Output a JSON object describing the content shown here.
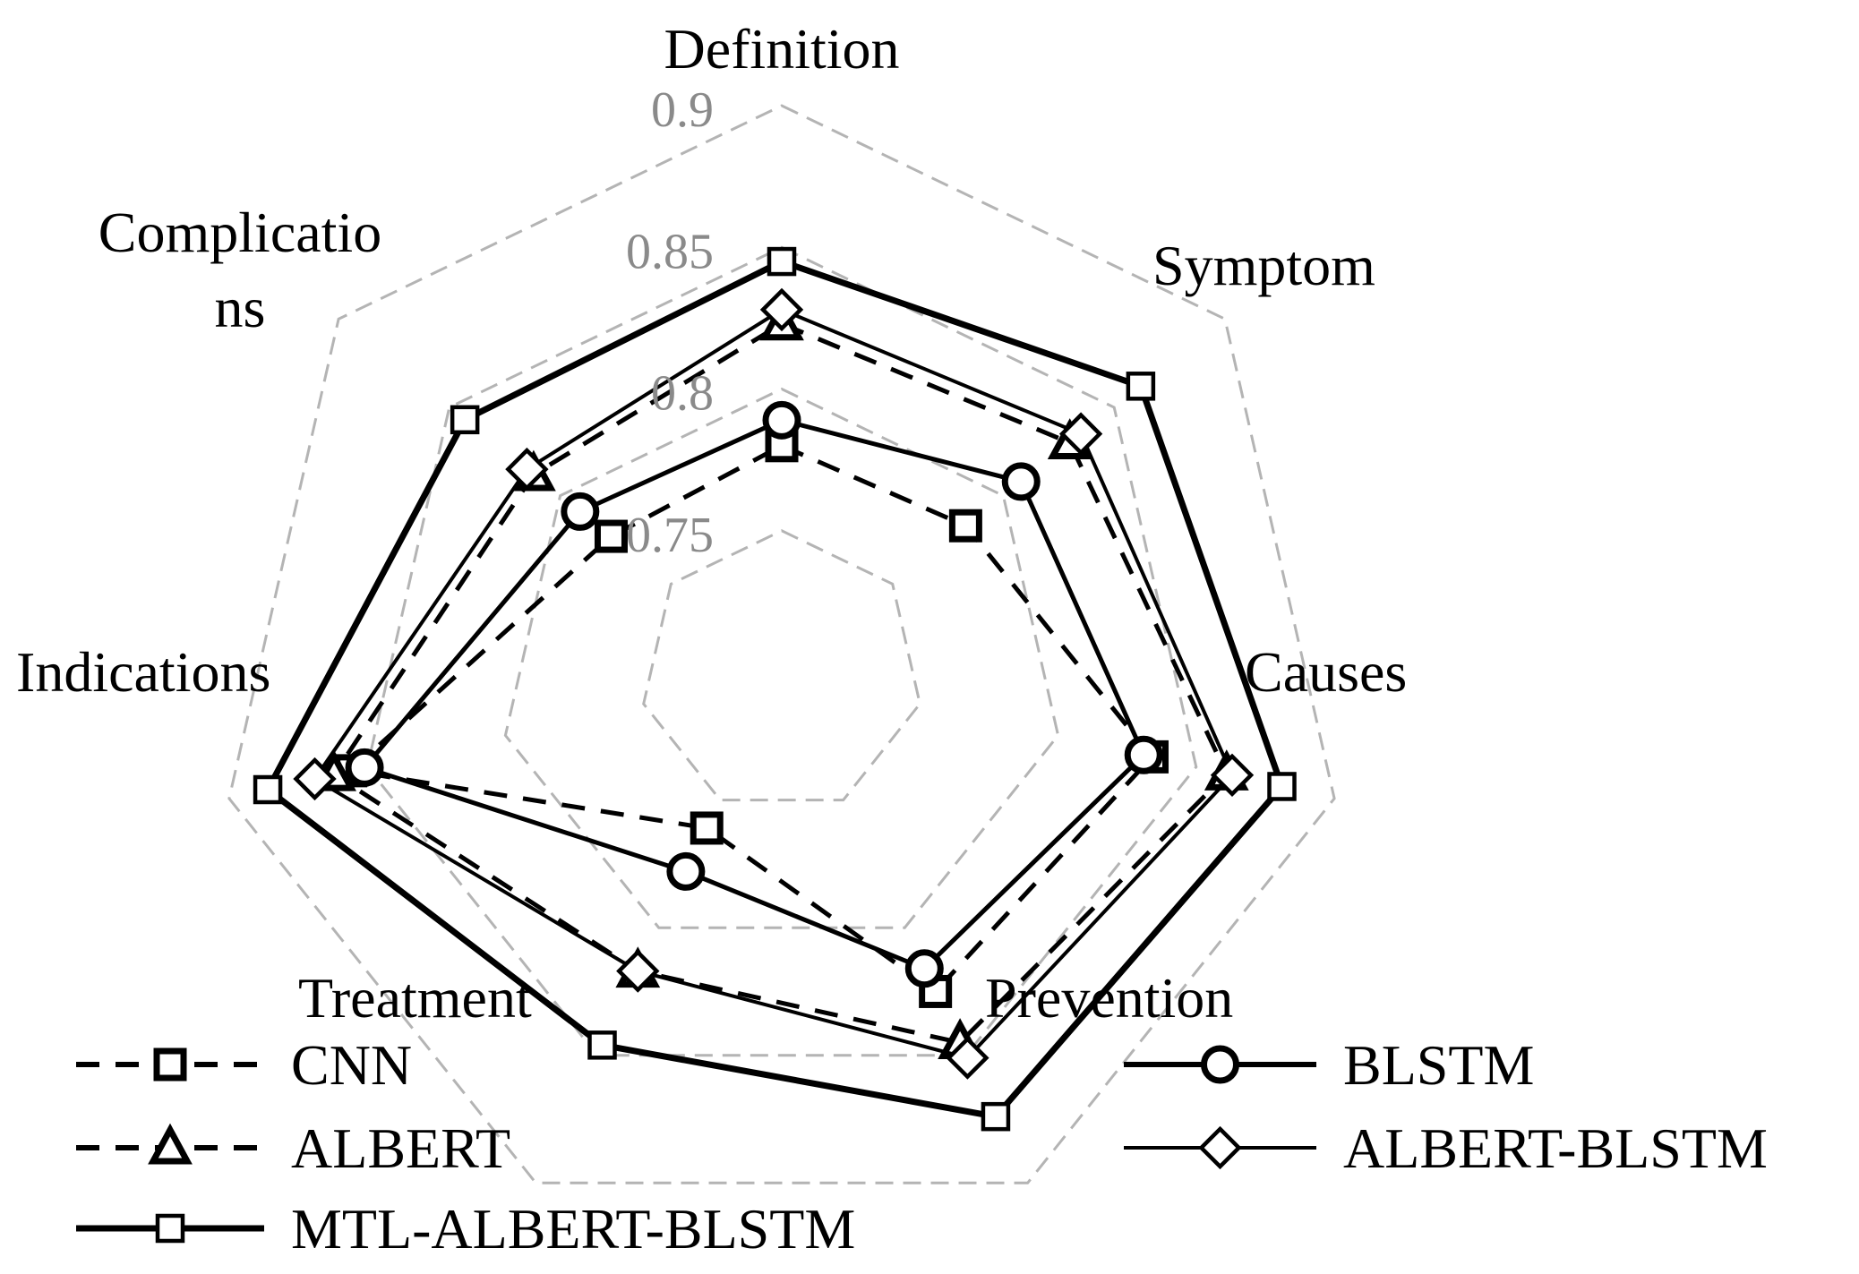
{
  "chart_data": {
    "type": "radar",
    "axes": [
      "Definition",
      "Symptom",
      "Causes",
      "Prevention",
      "Treatment",
      "Indications",
      "Complications"
    ],
    "axis_label_lines": [
      [
        "Definition"
      ],
      [
        "Symptom"
      ],
      [
        "Causes"
      ],
      [
        "Prevention"
      ],
      [
        "Treatment"
      ],
      [
        "Indications"
      ],
      [
        "Complicatio",
        "ns"
      ]
    ],
    "ticks": [
      "0.75",
      "0.8",
      "0.85",
      "0.9"
    ],
    "tick_values": [
      0.75,
      0.8,
      0.85,
      0.9
    ],
    "range": [
      0.7,
      0.9
    ],
    "grid": true,
    "legend_position": "bottom",
    "series": [
      {
        "name": "CNN",
        "values": [
          0.78,
          0.783,
          0.834,
          0.825,
          0.761,
          0.856,
          0.777
        ],
        "line": "dashed",
        "marker": "square",
        "marker_style": "bold"
      },
      {
        "name": "BLSTM",
        "values": [
          0.789,
          0.808,
          0.831,
          0.816,
          0.778,
          0.851,
          0.791
        ],
        "line": "solid",
        "marker": "circle",
        "marker_style": "bold"
      },
      {
        "name": "ALBERT",
        "values": [
          0.823,
          0.83,
          0.861,
          0.845,
          0.817,
          0.862,
          0.812
        ],
        "line": "dashed",
        "marker": "triangle",
        "marker_style": "bold"
      },
      {
        "name": "ALBERT-BLSTM",
        "values": [
          0.828,
          0.835,
          0.863,
          0.851,
          0.817,
          0.869,
          0.815
        ],
        "line": "solid",
        "marker": "diamond",
        "marker_style": "thin"
      },
      {
        "name": "MTL-ALBERT-BLSTM",
        "values": [
          0.845,
          0.862,
          0.881,
          0.874,
          0.846,
          0.886,
          0.843
        ],
        "line": "solid",
        "marker": "square",
        "marker_style": "thin"
      }
    ]
  }
}
